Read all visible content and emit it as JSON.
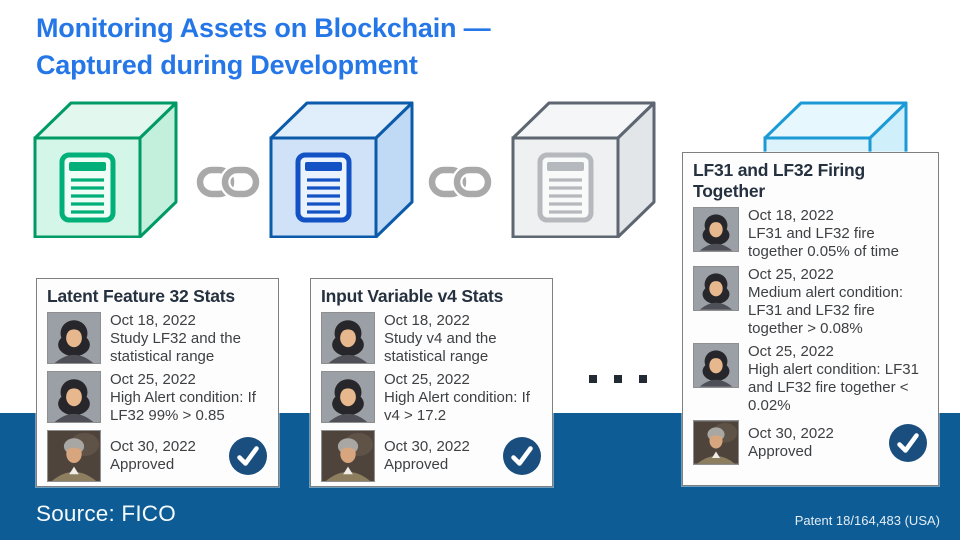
{
  "title": {
    "line1": "Monitoring Assets on Blockchain —",
    "line2": "Captured during Development"
  },
  "blockchain": {
    "blocks": [
      "green-block",
      "blue-block",
      "gray-block",
      "cyan-block"
    ],
    "chain_links": 2
  },
  "cards": [
    {
      "title": "Latent Feature 32 Stats",
      "entries": [
        {
          "person": "woman",
          "date": "Oct 18, 2022",
          "desc": "Study LF32 and the statistical range"
        },
        {
          "person": "woman",
          "date": "Oct 25, 2022",
          "desc": "High Alert condition: If LF32 99% > 0.85"
        },
        {
          "person": "man",
          "date": "Oct 30, 2022",
          "desc": "Approved",
          "approved": true
        }
      ]
    },
    {
      "title": "Input Variable v4 Stats",
      "entries": [
        {
          "person": "woman",
          "date": "Oct 18, 2022",
          "desc": "Study v4 and the statistical range"
        },
        {
          "person": "woman",
          "date": "Oct 25, 2022",
          "desc": "High Alert condition: If v4 > 17.2"
        },
        {
          "person": "man",
          "date": "Oct 30, 2022",
          "desc": "Approved",
          "approved": true
        }
      ]
    },
    {
      "title": "LF31 and LF32 Firing Together",
      "entries": [
        {
          "person": "woman",
          "date": "Oct 18, 2022",
          "desc": "LF31 and LF32 fire together 0.05% of time"
        },
        {
          "person": "woman",
          "date": "Oct 25, 2022",
          "desc": "Medium alert condition: LF31 and LF32 fire together > 0.08%"
        },
        {
          "person": "woman",
          "date": "Oct 25, 2022",
          "desc": "High alert condition: LF31 and LF32 fire together < 0.02%"
        },
        {
          "person": "man",
          "date": "Oct 30, 2022",
          "desc": "Approved",
          "approved": true
        }
      ]
    }
  ],
  "ellipsis": "...",
  "footer": {
    "source": "Source: FICO",
    "patent": "Patent 18/164,483  (USA)"
  },
  "palette": {
    "title_blue": "#2577e8",
    "band_blue": "#0d5c95",
    "check_navy": "#1a4e7e",
    "green_block": "#009a66",
    "blue_block": "#0c5bab",
    "gray_block": "#5d6671",
    "cyan_block": "#1b9ad6",
    "chain_gray": "#a9a9a9"
  }
}
